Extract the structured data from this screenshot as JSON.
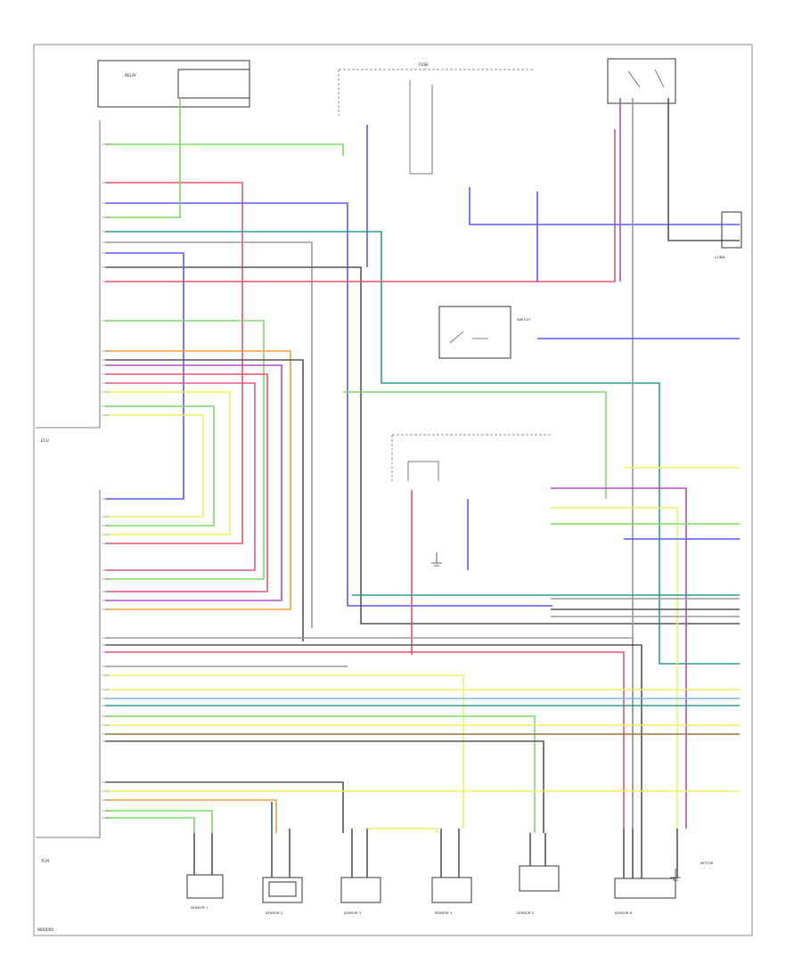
{
  "footer": {
    "code": "WD0000"
  },
  "colors": {
    "red": "#e8546a",
    "pink": "#e05a8f",
    "blue": "#5a5cf0",
    "green": "#7fd86a",
    "yellow": "#f3ee66",
    "gray": "#9a9a9a",
    "dark": "#555555",
    "teal": "#2d9e8f",
    "lightblue": "#7fb7e6",
    "violet": "#b04ec5",
    "orange": "#f0a040",
    "brown": "#a0703a"
  },
  "labels": {
    "ecm_upper": "ECU",
    "ecm_lower": "TCM",
    "sensor_1": "SENSOR 1",
    "sensor_2": "SENSOR 2",
    "sensor_3": "SENSOR 3",
    "sensor_4": "SENSOR 4",
    "sensor_5": "SENSOR 5",
    "sensor_6": "SENSOR 6",
    "relay_top": "RELAY",
    "fuse_top": "FUSE",
    "switch_mid": "SWITCH",
    "connector_right": "CONN",
    "motor_right": "MOTOR"
  }
}
